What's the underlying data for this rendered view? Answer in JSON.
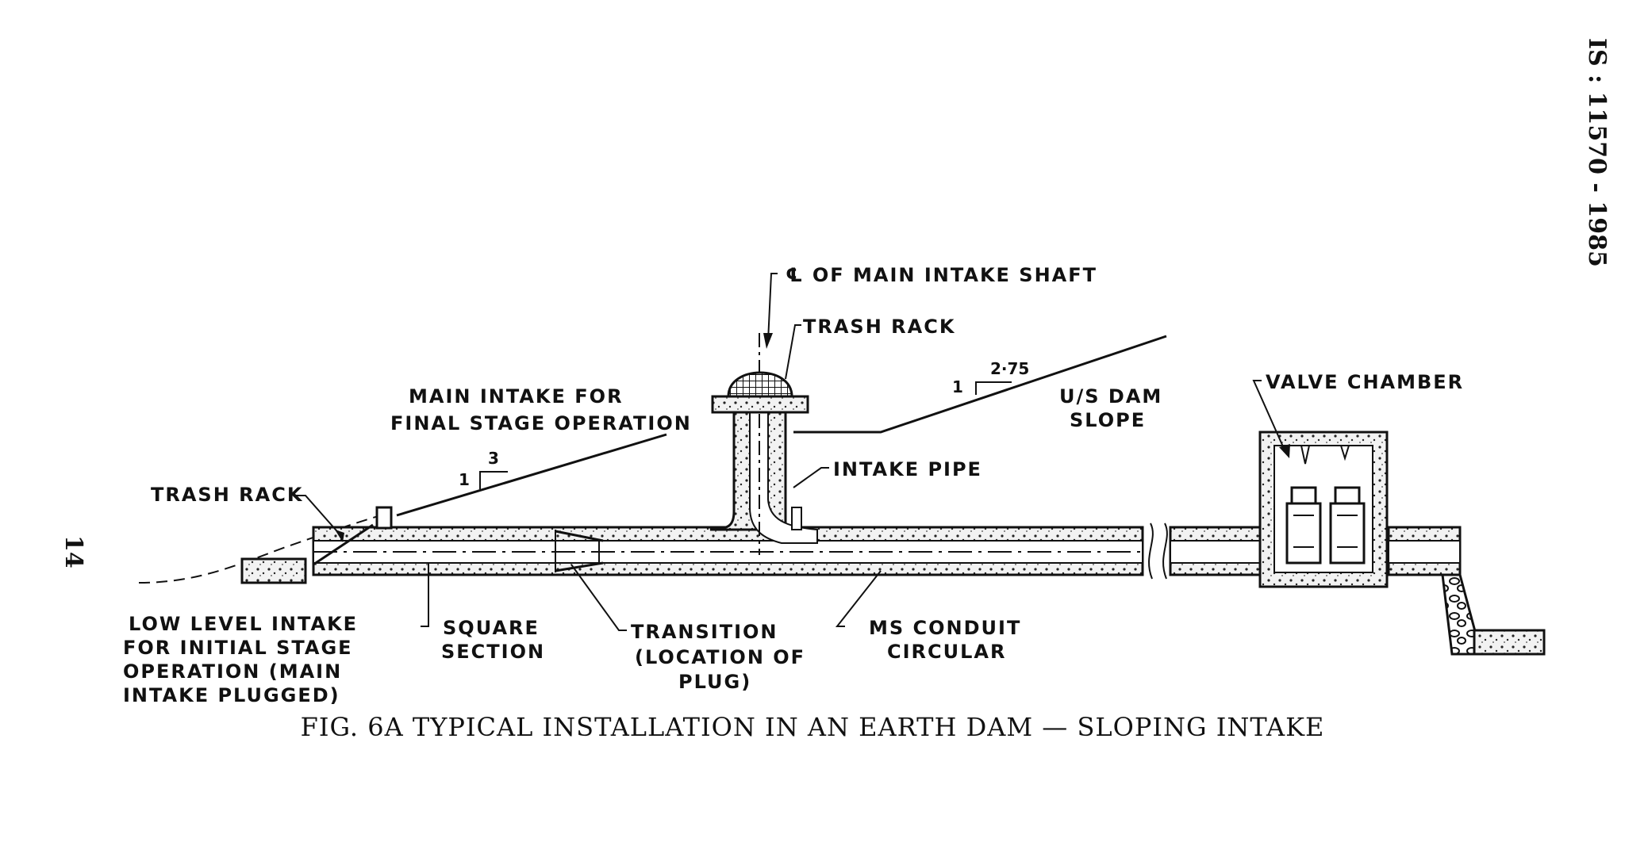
{
  "header": {
    "doc_number": "IS : 11570 - 1985"
  },
  "page": {
    "number": "14"
  },
  "labels": {
    "centerline": "℄ OF MAIN INTAKE SHAFT",
    "trash_rack_top": "TRASH RACK",
    "main_intake_1": "MAIN INTAKE FOR",
    "main_intake_2": "FINAL STAGE OPERATION",
    "slope_left_1": "1",
    "slope_left_3": "3",
    "slope_right_1": "1",
    "slope_right_275": "2·75",
    "us_dam_1": "U/S DAM",
    "us_dam_2": "SLOPE",
    "valve_chamber": "VALVE CHAMBER",
    "intake_pipe": "INTAKE PIPE",
    "trash_rack_left": "TRASH RACK",
    "low_level_1": "LOW LEVEL INTAKE",
    "low_level_2": "FOR INITIAL STAGE",
    "low_level_3": "OPERATION (MAIN",
    "low_level_4": "INTAKE PLUGGED)",
    "square_1": "SQUARE",
    "square_2": "SECTION",
    "transition_1": "TRANSITION",
    "transition_2": "(LOCATION OF",
    "transition_3": "PLUG)",
    "ms_conduit_1": "MS CONDUIT",
    "ms_conduit_2": "CIRCULAR"
  },
  "caption": "FIG. 6A   TYPICAL INSTALLATION IN AN  EARTH DAM — SLOPING INTAKE"
}
